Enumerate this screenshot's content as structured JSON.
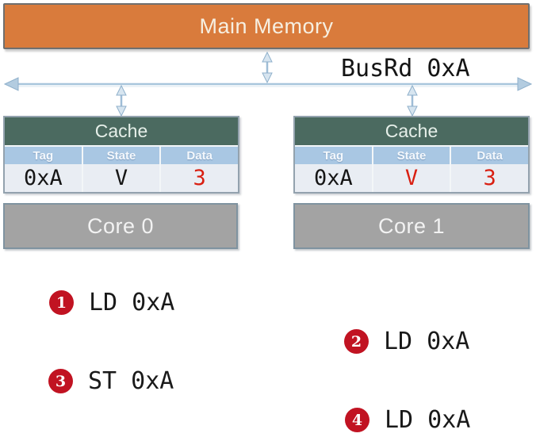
{
  "main_memory": {
    "label": "Main Memory"
  },
  "bus": {
    "label": "BusRd 0xA"
  },
  "caches": [
    {
      "title": "Cache",
      "columns": [
        "Tag",
        "State",
        "Data"
      ],
      "row": [
        {
          "text": "0xA",
          "class": "val-dark"
        },
        {
          "text": "V",
          "class": "val-dark"
        },
        {
          "text": "3",
          "class": "val-red"
        }
      ],
      "core_label": "Core 0"
    },
    {
      "title": "Cache",
      "columns": [
        "Tag",
        "State",
        "Data"
      ],
      "row": [
        {
          "text": "0xA",
          "class": "val-dark"
        },
        {
          "text": "V",
          "class": "val-red"
        },
        {
          "text": "3",
          "class": "val-red"
        }
      ],
      "core_label": "Core 1"
    }
  ],
  "steps": [
    {
      "num": "1",
      "label": "LD 0xA"
    },
    {
      "num": "2",
      "label": "LD 0xA"
    },
    {
      "num": "3",
      "label": "ST 0xA"
    },
    {
      "num": "4",
      "label": "LD 0xA"
    }
  ],
  "icons": {
    "bus": "horizontal-double-arrow",
    "memory_link": "vertical-double-arrow",
    "cache_link": "vertical-double-arrow"
  },
  "colors": {
    "memory_fill": "#d97b3c",
    "cache_header_fill": "#4b6a60",
    "table_header_fill": "#a9c7e3",
    "table_row_fill": "#e9edf3",
    "core_fill": "#a3a3a3",
    "value_red": "#d91f11",
    "badge_red": "#c11322",
    "arrow_blue": "#a8c5dc"
  }
}
